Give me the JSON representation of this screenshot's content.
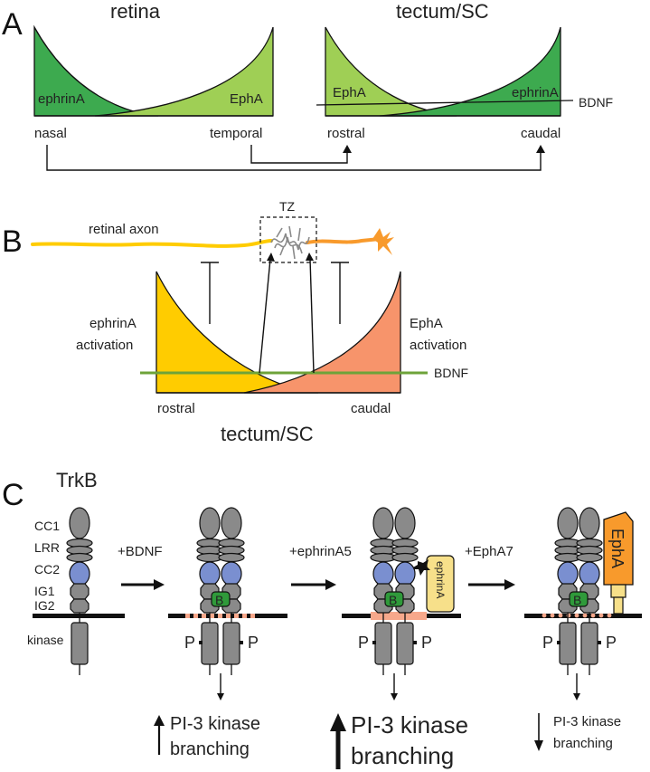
{
  "panelA": {
    "letter": "A",
    "retina_title": "retina",
    "tectum_title": "tectum/SC",
    "retina_ephrinA": "ephrinA",
    "retina_EphA": "EphA",
    "tectum_EphA": "EphA",
    "tectum_ephrinA": "ephrinA",
    "bdnf": "BDNF",
    "nasal": "nasal",
    "temporal": "temporal",
    "rostral": "rostral",
    "caudal": "caudal"
  },
  "panelB": {
    "letter": "B",
    "tz": "TZ",
    "retinal_axon": "retinal axon",
    "ephrinA_activation_1": "ephrinA",
    "ephrinA_activation_2": "activation",
    "EphA_activation_1": "EphA",
    "EphA_activation_2": "activation",
    "bdnf": "BDNF",
    "rostral": "rostral",
    "caudal": "caudal",
    "tectum": "tectum/SC"
  },
  "panelC": {
    "letter": "C",
    "trkb": "TrkB",
    "domains": [
      "CC1",
      "LRR",
      "CC2",
      "IG1",
      "IG2"
    ],
    "kinase": "kinase",
    "plus_bdnf": "+BDNF",
    "plus_ephrinA5": "+ephrinA5",
    "plus_EphA7": "+EphA7",
    "b_glyph": "B",
    "p_glyph": "P",
    "ephrinA_tag": "ephrinA",
    "EphA_tag": "EphA",
    "out1_line1": "PI-3 kinase",
    "out1_line2": "branching",
    "out2_line1": "PI-3 kinase",
    "out2_line2": "branching",
    "out3_line1": "PI-3 kinase",
    "out3_line2": "branching"
  },
  "colors": {
    "dark_green": "#3daa4f",
    "light_green": "#9fcf55",
    "yellow": "#ffcc00",
    "salmon": "#f7946b",
    "orange": "#f89a2c",
    "bdnf_line": "#6ea33a",
    "receptor_gray": "#8a8a8a",
    "cc2_blue": "#7a8fd0",
    "bdnf_green": "#2f9a3a",
    "membrane_pink": "#f7a88b"
  }
}
